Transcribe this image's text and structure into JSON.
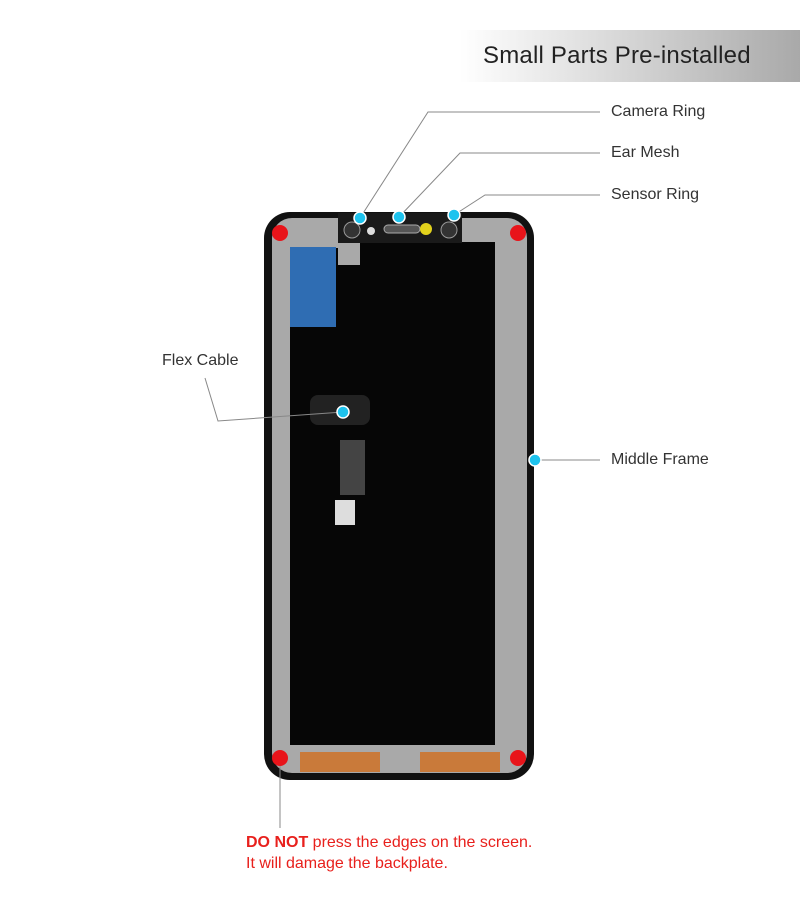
{
  "banner": {
    "title": "Small Parts Pre-installed"
  },
  "callouts": {
    "camera_ring": "Camera Ring",
    "ear_mesh": "Ear Mesh",
    "sensor_ring": "Sensor Ring",
    "flex_cable": "Flex Cable",
    "middle_frame": "Middle Frame"
  },
  "warning": {
    "strong": "DO NOT",
    "line1_rest": " press the edges on the screen.",
    "line2": "It will damage the backplate."
  },
  "colors": {
    "callout_dot": "#1ec3ee",
    "warning_dot": "#e8141a",
    "warning_text": "#e8201c"
  }
}
